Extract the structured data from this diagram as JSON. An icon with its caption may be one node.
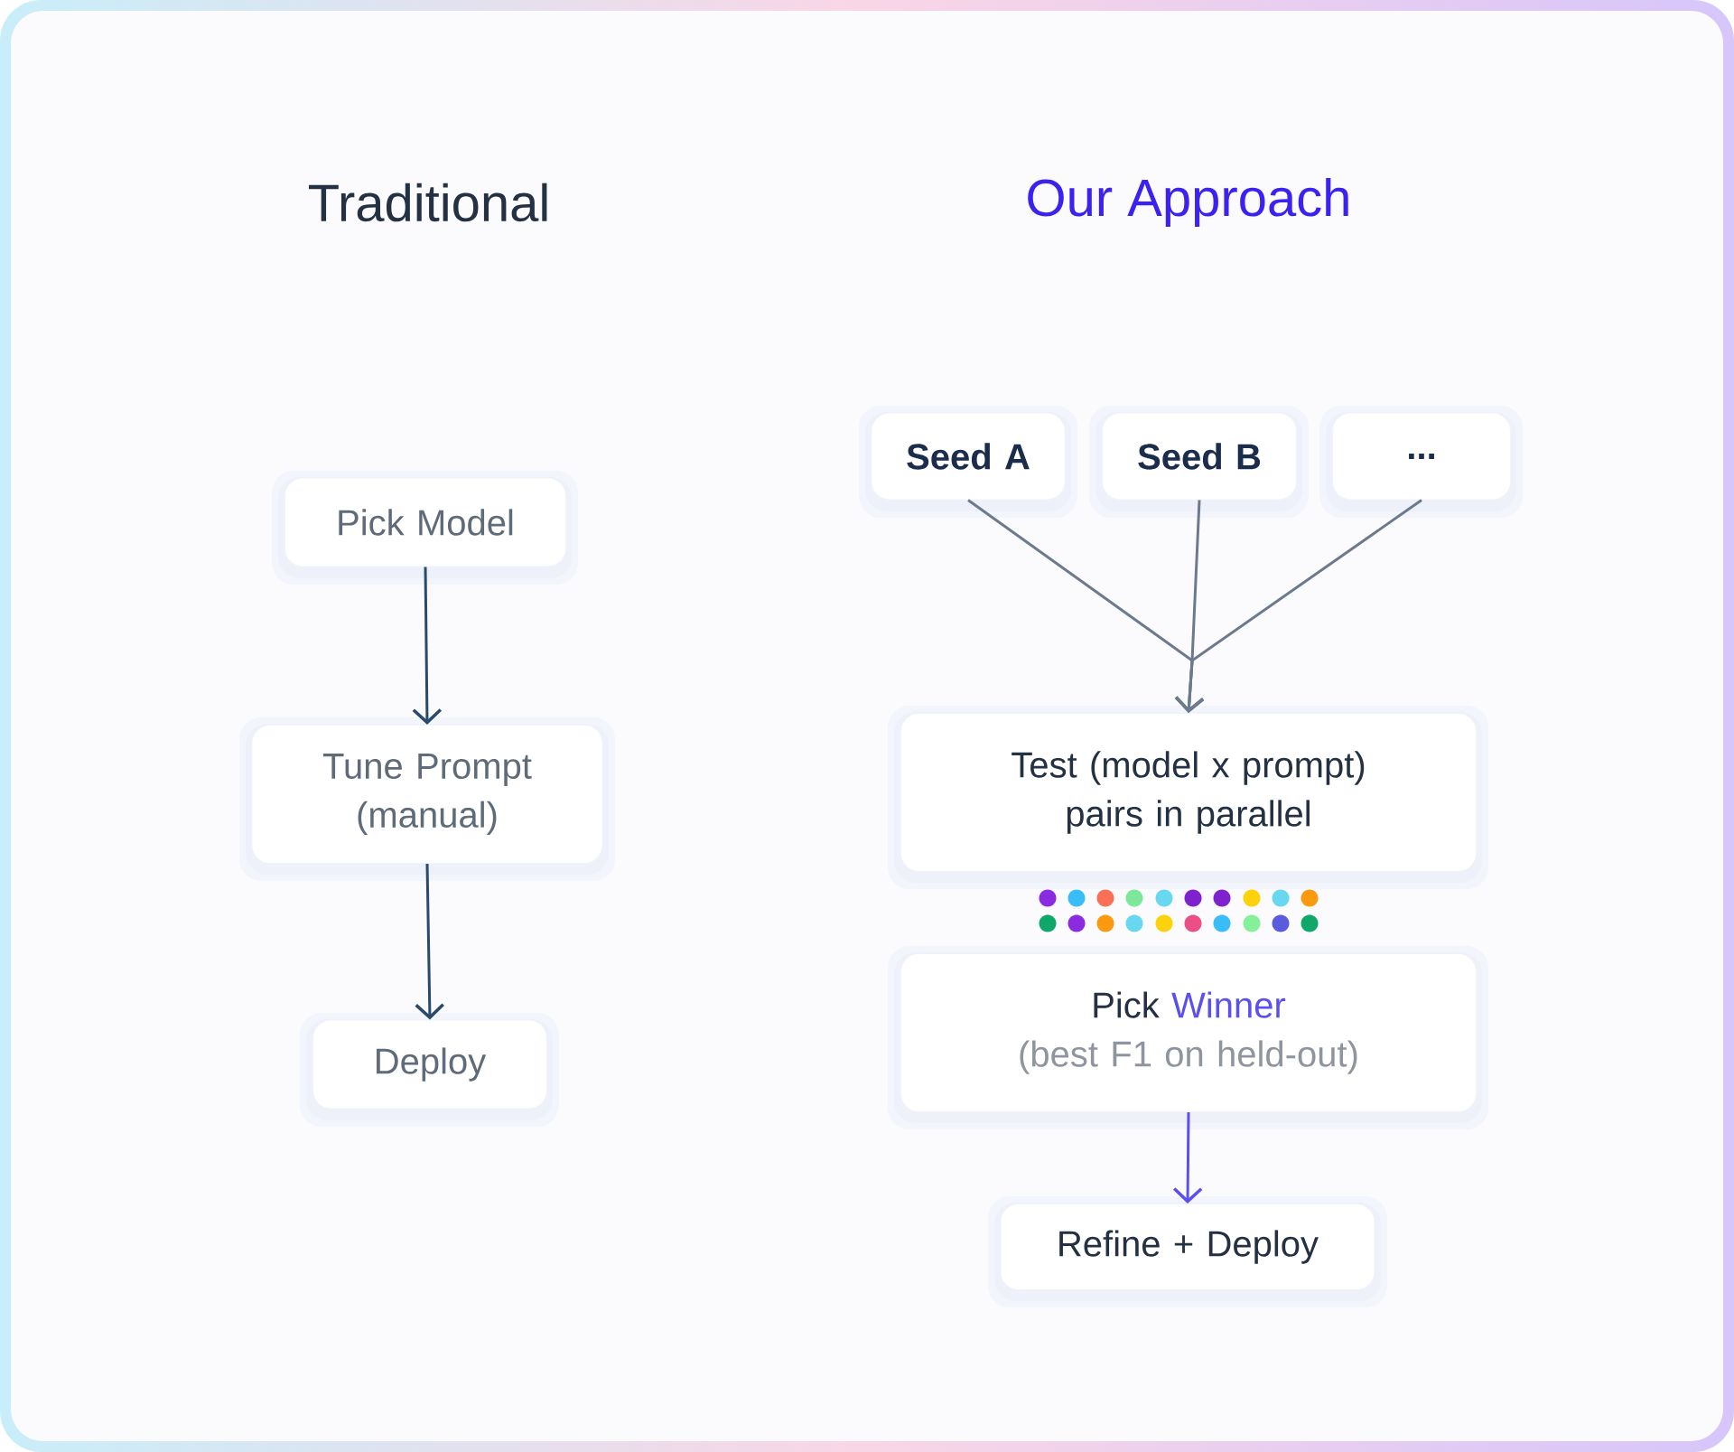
{
  "diagram": {
    "nodes": [
      {
        "text": [
          "Pick Model"
        ]
      },
      {
        "text": [
          "Tune Prompt (manual)"
        ]
      },
      {
        "text": [
          "Deploy"
        ]
      },
      {
        "text": [
          "Seed A"
        ]
      },
      {
        "text": [
          "Seed B"
        ]
      },
      {
        "text": [
          "..."
        ]
      },
      {
        "text": [
          "Test (model x prompt) pairs in parallel"
        ]
      },
      {
        "text": [
          "Pick",
          "Winner",
          "(best F1 on held-out)"
        ]
      },
      {
        "text": [
          "Refine + Deploy"
        ]
      }
    ],
    "edges": [
      {
        "from": 0,
        "to": 1,
        "arrow": "to",
        "color": "#2a4a6b"
      },
      {
        "from": 1,
        "to": 2,
        "arrow": "to",
        "color": "#2a4a6b"
      },
      {
        "from": 3,
        "to": 6,
        "arrow": "to",
        "color": "#6b7a8c"
      },
      {
        "from": 4,
        "to": 6,
        "arrow": "to",
        "color": "#6b7a8c"
      },
      {
        "from": 5,
        "to": 6,
        "arrow": "to",
        "color": "#6b7a8c"
      },
      {
        "from": 7,
        "to": 8,
        "arrow": "to",
        "color": "#5b4ff0"
      }
    ],
    "labels": [
      "Traditional",
      "Our Approach"
    ]
  }
}
